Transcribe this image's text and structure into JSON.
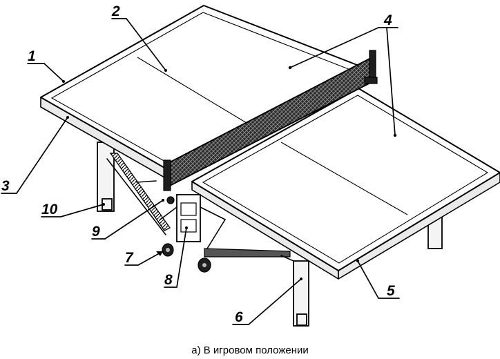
{
  "labels": {
    "l1": "1",
    "l2": "2",
    "l3": "3",
    "l4": "4",
    "l5": "5",
    "l6": "6",
    "l7": "7",
    "l8": "8",
    "l9": "9",
    "l10": "10"
  },
  "caption": "а)  В игровом положении"
}
